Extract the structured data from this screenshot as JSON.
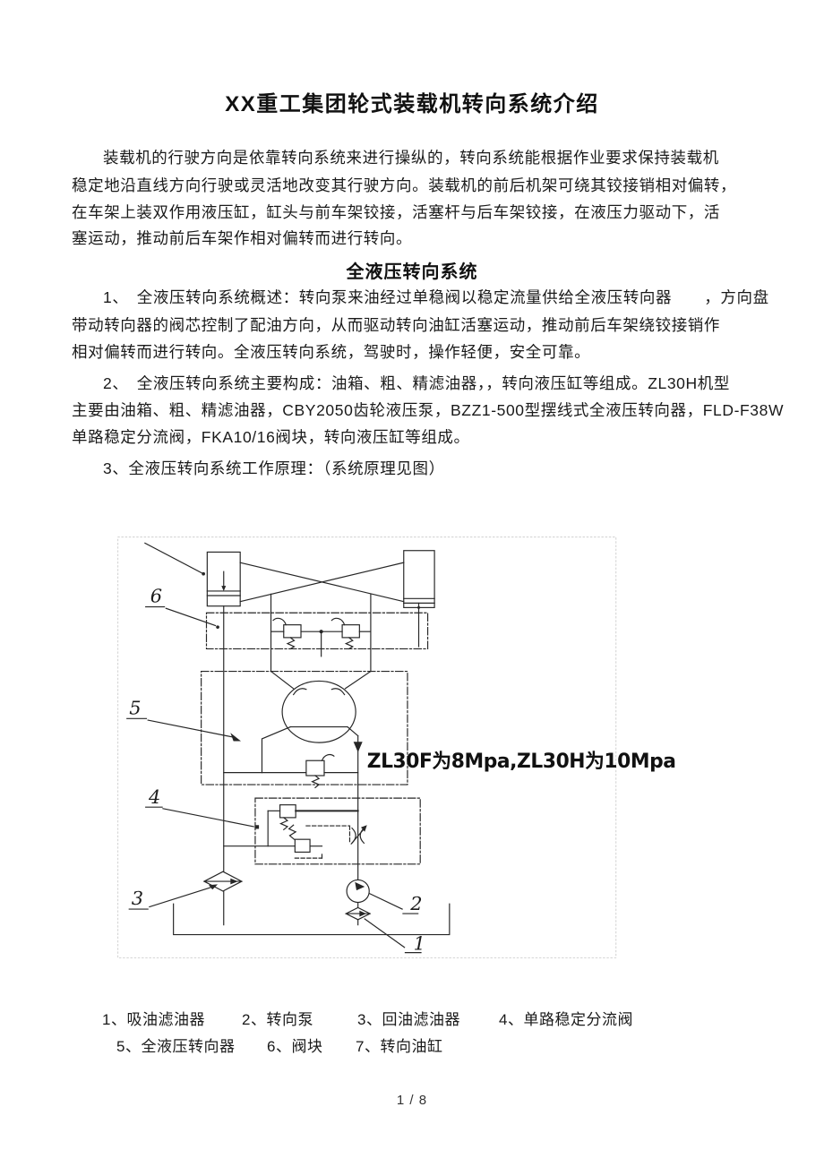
{
  "doc": {
    "title": "XX重工集团轮式装载机转向系统介绍"
  },
  "intro": {
    "lines": [
      "装载机的行驶方向是依靠转向系统来进行操纵的，转向系统能根据作业要求保持装载机",
      "稳定地沿直线方向行驶或灵活地改变其行驶方向。装载机的前后机架可绕其铰接销相对偏转，",
      "在车架上装双作用液压缸，缸头与前车架铰接，活塞杆与后车架铰接，在液压力驱动下，活",
      "塞运动，推动前后车架作相对偏转而进行转向。"
    ]
  },
  "section": {
    "heading": "全液压转向系统"
  },
  "point1": {
    "lines": [
      "1、　全液压转向系统概述：转向泵来油经过单稳阀以稳定流量供给全液压转向器　　，方向盘",
      "带动转向器的阀芯控制了配油方向，从而驱动转向油缸活塞运动，推动前后车架绕铰接销作",
      "相对偏转而进行转向。全液压转向系统，驾驶时，操作轻便，安全可靠。"
    ]
  },
  "point2": {
    "lines": [
      "2、　全液压转向系统主要构成：油箱、粗、精滤油器，，转向液压缸等组成。ZL30H机型",
      "主要由油箱、粗、精滤油器，CBY2050齿轮液压泵，BZZ1-500型摆线式全液压转向器，FLD-F38W",
      "单路稳定分流阀，FKA10/16阀块，转向液压缸等组成。"
    ]
  },
  "point3": {
    "line": "3、全液压转向系统工作原理：（系统原理见图）"
  },
  "diagram": {
    "pressure_note": "ZL30F为8Mpa,ZL30H为10Mpa",
    "callouts": {
      "n1": "1",
      "n2": "2",
      "n3": "3",
      "n4": "4",
      "n5": "5",
      "n6": "6"
    }
  },
  "legend": {
    "row1": [
      "1、吸油滤油器",
      "2、转向泵",
      "3、回油滤油器",
      "4、单路稳定分流阀"
    ],
    "row2": [
      "5、全液压转向器",
      "6、阀块",
      "7、转向油缸"
    ]
  },
  "footer": {
    "page_number": "1 / 8"
  },
  "colors": {
    "text": "#1a1a1a",
    "diagram_stroke": "#262626",
    "background": "#ffffff"
  }
}
